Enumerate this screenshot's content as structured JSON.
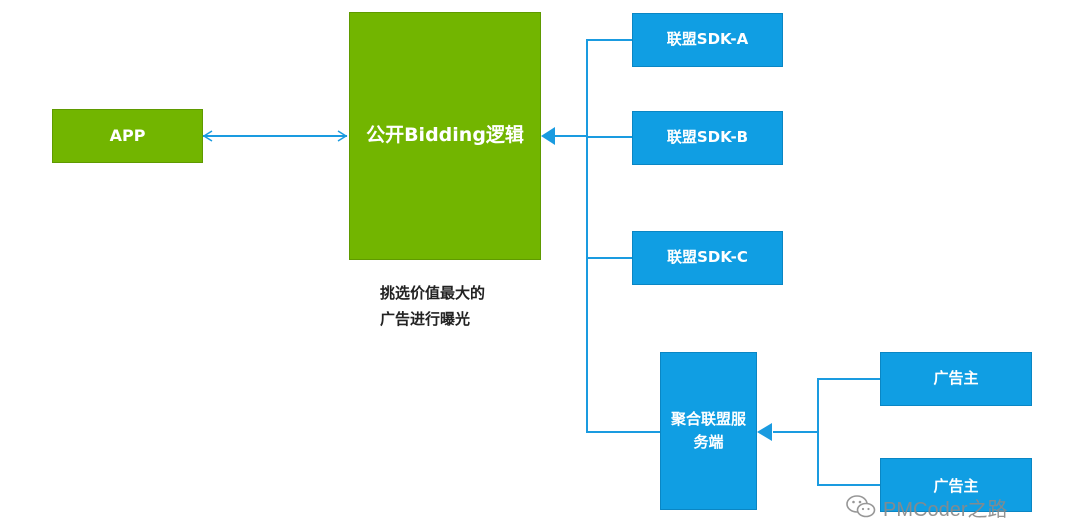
{
  "nodes": {
    "app": "APP",
    "bidding": "公开Bidding逻辑",
    "sdk_a": "联盟SDK-A",
    "sdk_b": "联盟SDK-B",
    "sdk_c": "联盟SDK-C",
    "aggregator_line1": "聚合联盟服",
    "aggregator_line2": "务端",
    "advertiser_1": "广告主",
    "advertiser_2": "广告主"
  },
  "note": {
    "line1": "挑选价值最大的",
    "line2": "广告进行曝光"
  },
  "watermark": {
    "text": "PMCoder之路",
    "icon": "wechat-icon"
  },
  "colors": {
    "green": "#72b500",
    "blue": "#109ee3",
    "connector": "#1a9be0"
  }
}
